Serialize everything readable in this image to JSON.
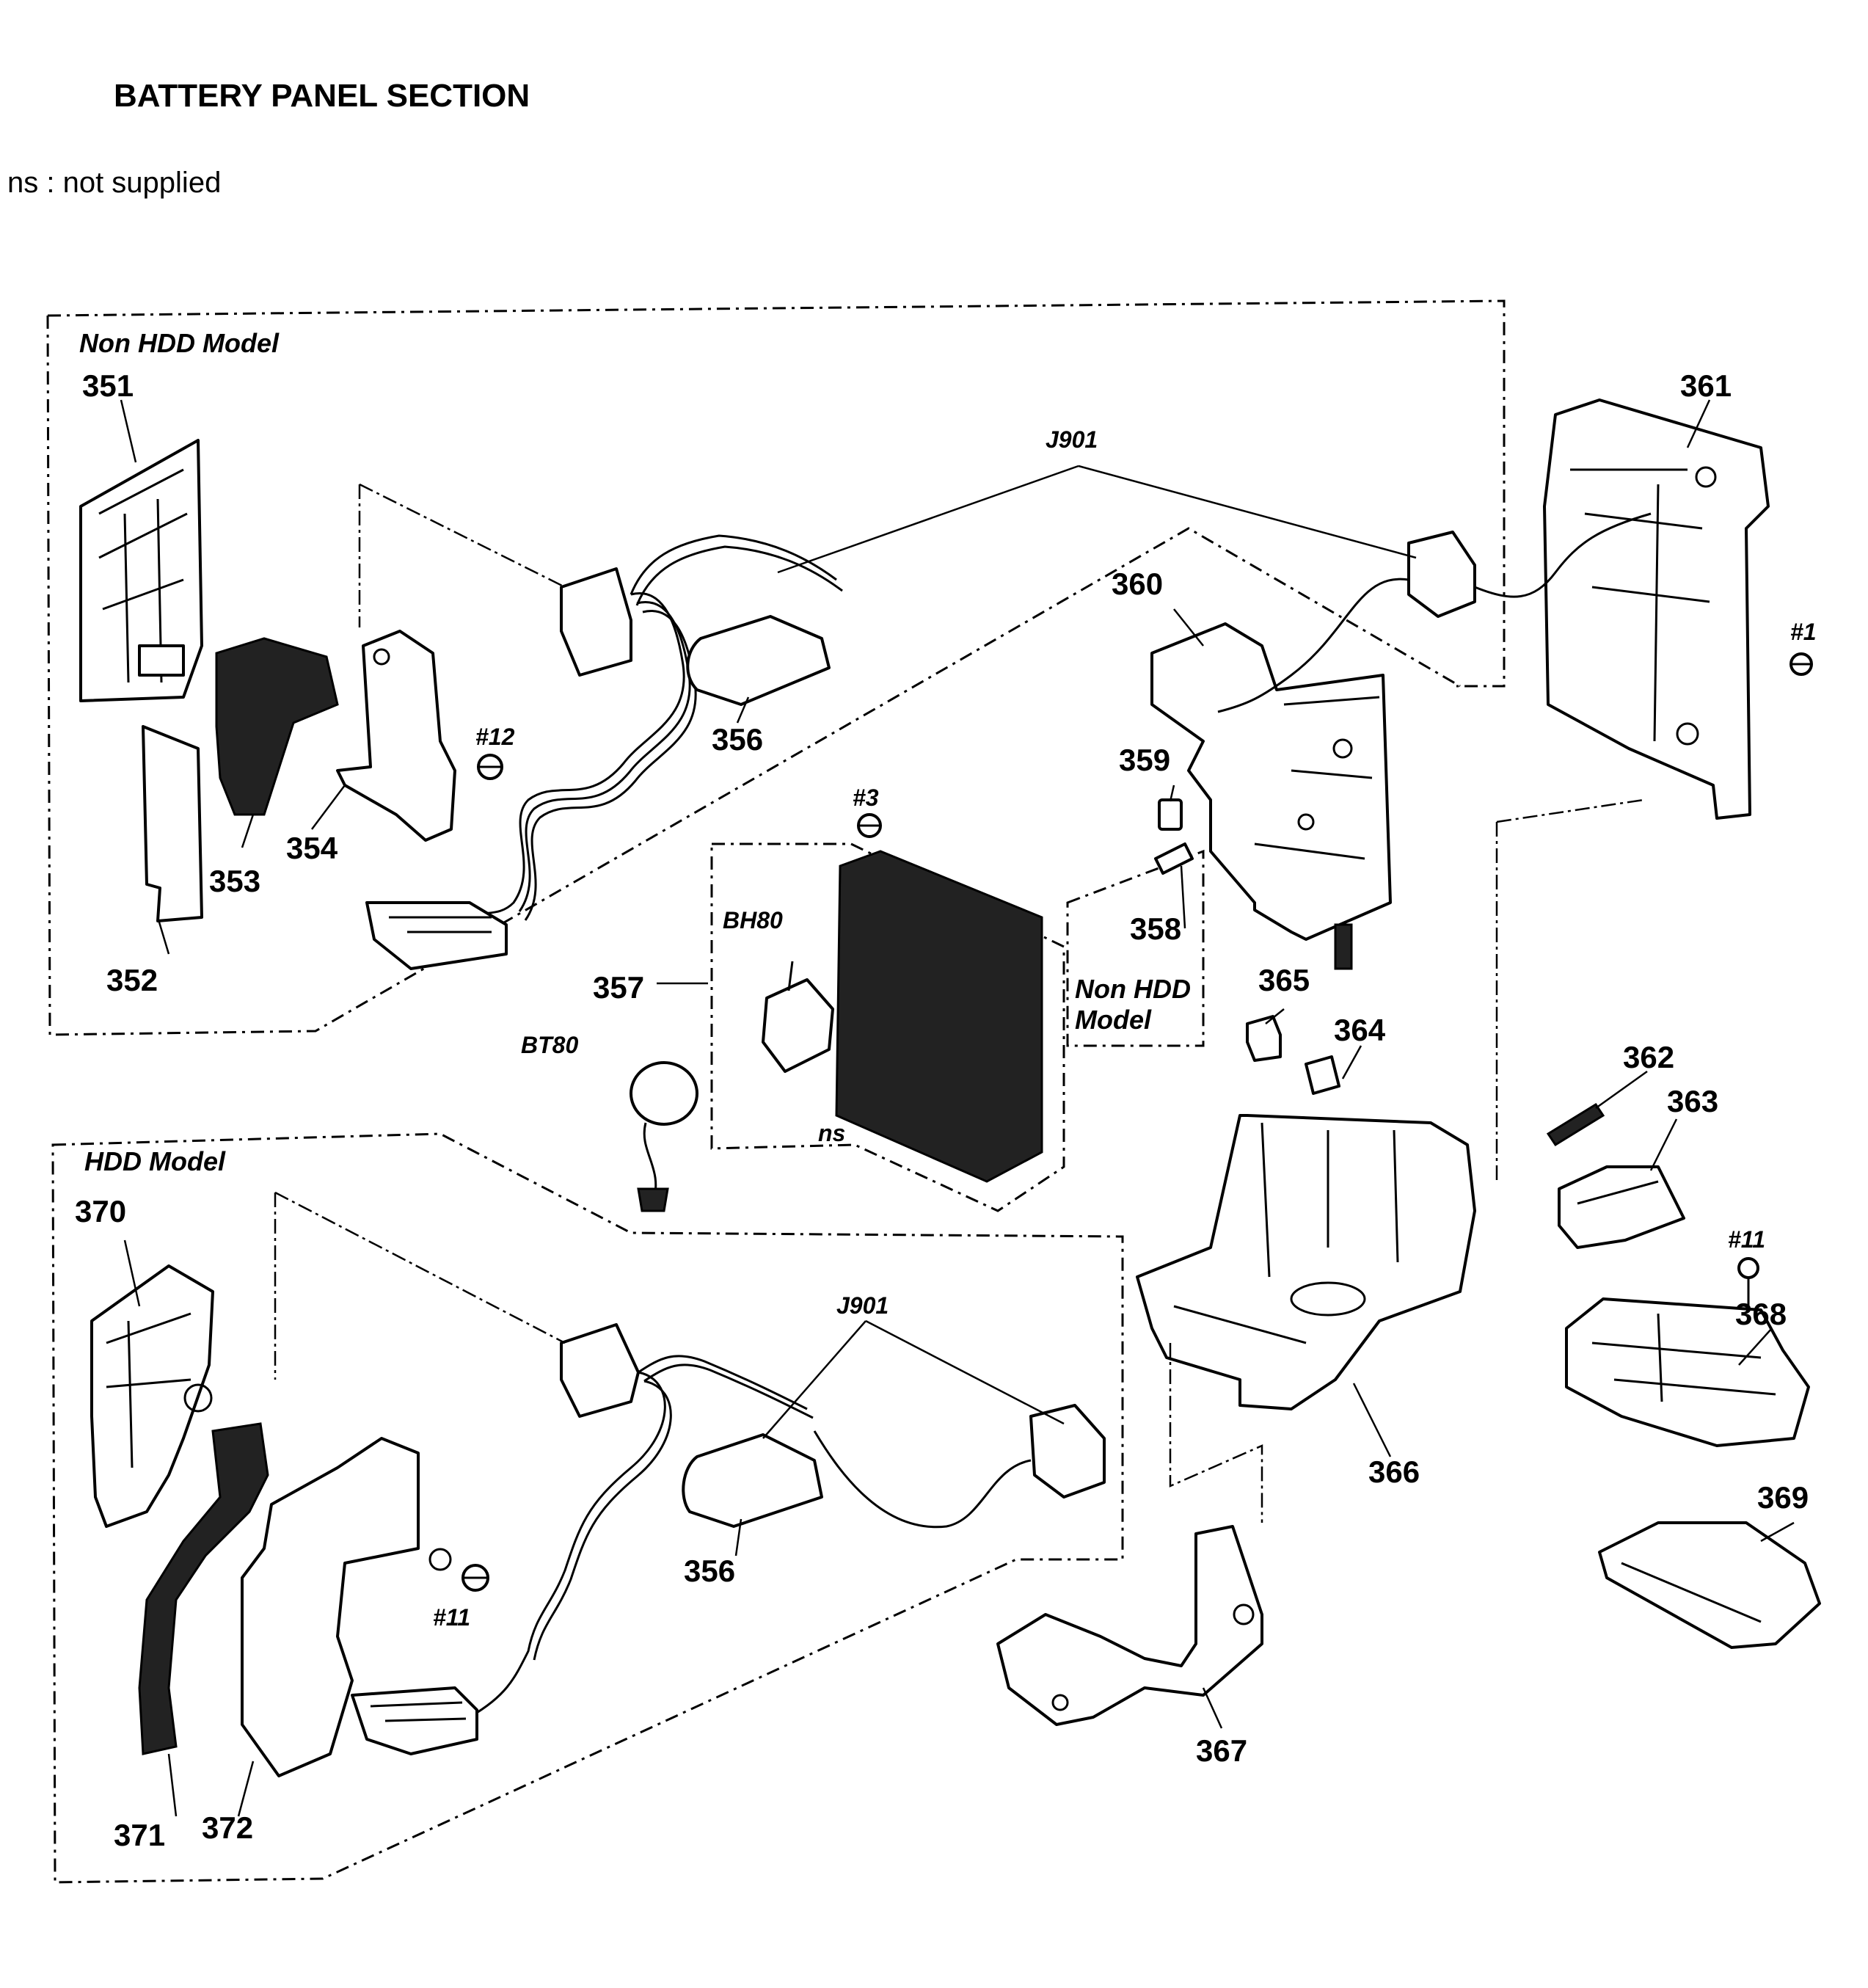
{
  "title": "BATTERY PANEL SECTION",
  "note": "ns : not supplied",
  "zones": {
    "non_hdd_top": "Non HDD Model",
    "hdd": "HDD Model",
    "non_hdd_mid_line1": "Non HDD",
    "non_hdd_mid_line2": "Model"
  },
  "refs": {
    "j901_top": "J901",
    "j901_bottom": "J901",
    "bh80": "BH80",
    "bt80": "BT80",
    "ns": "ns",
    "screw_12": "#12",
    "screw_3": "#3",
    "screw_1": "#1",
    "screw_11_right": "#11",
    "screw_11_bottom": "#11"
  },
  "parts": {
    "p351": "351",
    "p352": "352",
    "p353": "353",
    "p354": "354",
    "p356_top": "356",
    "p356_bottom": "356",
    "p357": "357",
    "p358": "358",
    "p359": "359",
    "p360": "360",
    "p361": "361",
    "p362": "362",
    "p363": "363",
    "p364": "364",
    "p365": "365",
    "p366": "366",
    "p367": "367",
    "p368": "368",
    "p369": "369",
    "p370": "370",
    "p371": "371",
    "p372": "372"
  }
}
